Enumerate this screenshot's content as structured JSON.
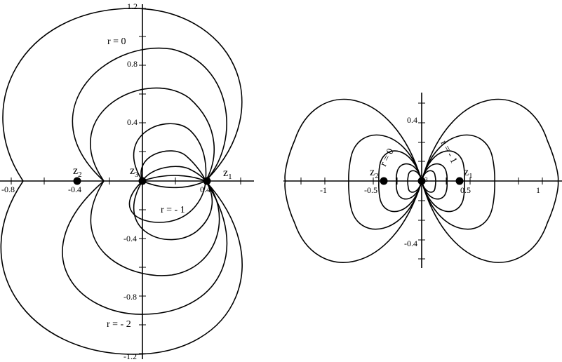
{
  "left_panel": {
    "x_ticks": [
      "-0.8",
      "-0.4",
      "0.4"
    ],
    "y_ticks": [
      "1.2",
      "0.8",
      "0.4",
      "-0.4",
      "-0.8",
      "-1.2"
    ],
    "points": [
      {
        "name": "z",
        "sub": "2",
        "x": -0.4,
        "y": 0
      },
      {
        "name": "z",
        "sub": "3",
        "x": 0,
        "y": 0
      },
      {
        "name": "z",
        "sub": "1",
        "x": 0.4,
        "y": 0
      }
    ],
    "labels": {
      "r_zero": "r = 0",
      "r_minus_one": "r = - 1",
      "r_minus_two": "r = - 2"
    }
  },
  "right_panel": {
    "x_ticks": [
      "-1",
      "-0.5",
      "0.5",
      "1"
    ],
    "y_ticks": [
      "0.4",
      "-0.4"
    ],
    "points": [
      {
        "name": "z",
        "sub": "2",
        "x": -0.4,
        "y": 0
      },
      {
        "name": "z",
        "sub": "3",
        "x": 0,
        "y": 0
      },
      {
        "name": "z",
        "sub": "1",
        "x": 0.4,
        "y": 0
      }
    ],
    "labels": {
      "r_zero": "r = 0",
      "r_minus_one": "r = - 1"
    }
  }
}
